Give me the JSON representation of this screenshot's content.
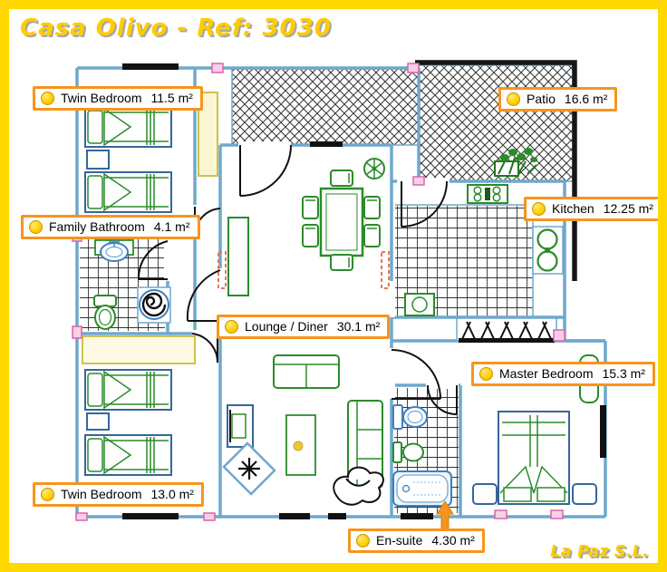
{
  "header": {
    "title": "Casa Olivo - Ref: 3030"
  },
  "footer": {
    "brand": "La Paz S.L."
  },
  "theme": {
    "frame_color": "#ffd800",
    "title_gold": "#ffcc00",
    "label_border_orange": "#f7941d",
    "bullet_yellow": "#ffd200",
    "wall_blue": "#6fa8cc",
    "furniture_green": "#2a8c2a",
    "fixture_blue": "#3f7fc0",
    "wardrobe_yellow": "#cfc050",
    "junction_pink": "#d965ab",
    "hatch_black": "#3a3a3a"
  },
  "rooms": [
    {
      "id": "twin-bedroom-1",
      "label": "Twin Bedroom",
      "area": "11.5 m²"
    },
    {
      "id": "patio",
      "label": "Patio",
      "area": "16.6 m²"
    },
    {
      "id": "family-bathroom",
      "label": "Family Bathroom",
      "area": "4.1 m²"
    },
    {
      "id": "kitchen",
      "label": "Kitchen",
      "area": "12.25 m²"
    },
    {
      "id": "lounge-diner",
      "label": "Lounge / Diner",
      "area": "30.1 m²"
    },
    {
      "id": "master-bedroom",
      "label": "Master Bedroom",
      "area": "15.3 m²"
    },
    {
      "id": "twin-bedroom-2",
      "label": "Twin Bedroom",
      "area": "13.0 m²"
    },
    {
      "id": "en-suite",
      "label": "En-suite",
      "area": "4.30 m²"
    }
  ]
}
